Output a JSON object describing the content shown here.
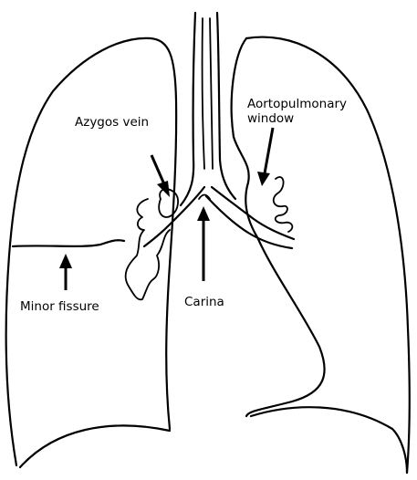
{
  "labels": {
    "azygos": "Azygos vein",
    "aorto_line1": "Aortopulmonary",
    "aorto_line2": "window",
    "minor": "Minor fissure",
    "carina": "Carina"
  }
}
